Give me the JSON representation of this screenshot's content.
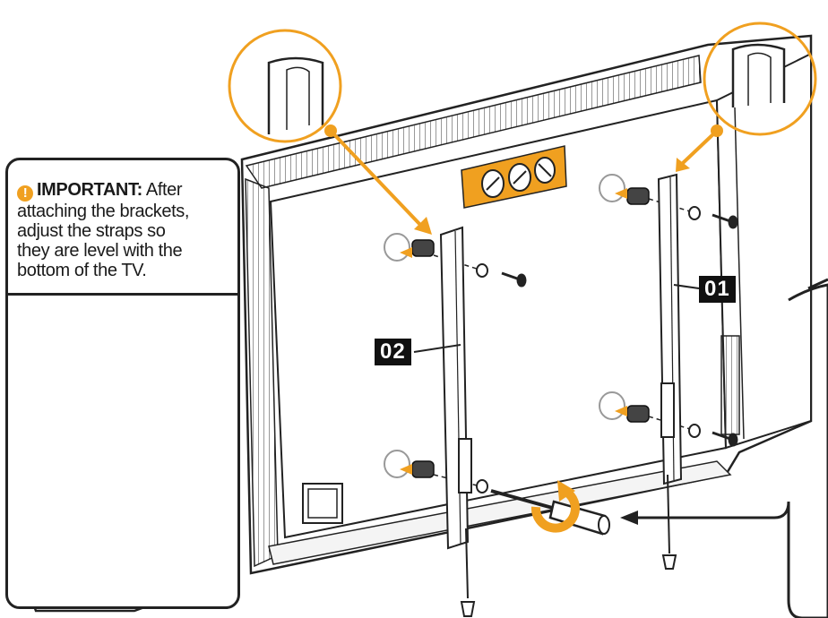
{
  "callout": {
    "important_label": "IMPORTANT:",
    "text_line1": "After",
    "text_line2": "attaching the brackets,",
    "text_line3": "adjust the straps so",
    "text_line4": "they are level with the",
    "text_line5": "bottom of the TV."
  },
  "labels": {
    "bracket_right": "01",
    "bracket_left": "02"
  },
  "colors": {
    "accent": "#f0a020",
    "line": "#1a1a1a",
    "background": "#ffffff"
  }
}
